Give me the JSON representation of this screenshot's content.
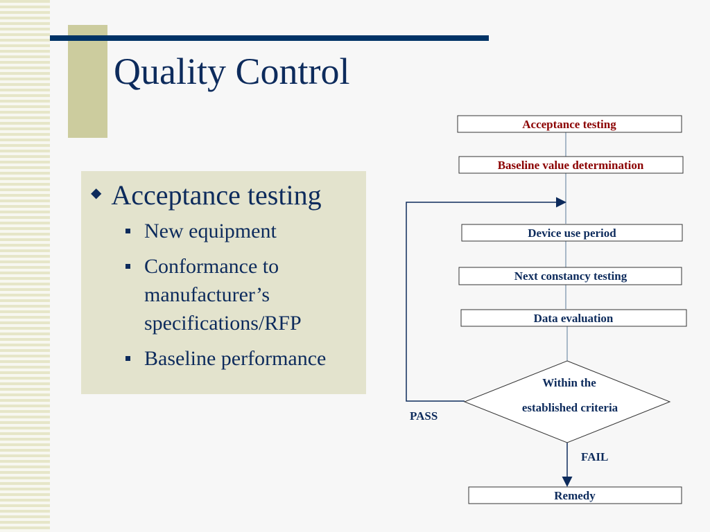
{
  "slide": {
    "title": "Quality Control",
    "bullet": "Acceptance testing",
    "sub_bullets": [
      "New equipment",
      "Conformance to manufacturer’s specifications/RFP",
      "Baseline performance"
    ]
  },
  "flowchart": {
    "steps": [
      "Acceptance testing",
      "Baseline value determination",
      "Device use period",
      "Next constancy testing",
      "Data evaluation"
    ],
    "decision": [
      "Within the",
      "established criteria"
    ],
    "pass_label": "PASS",
    "fail_label": "FAIL",
    "remedy": "Remedy"
  },
  "colors": {
    "title": "#0d2b5c",
    "accent_bar": "#003366",
    "highlight_text": "#8b0000",
    "flow_text": "#0d2b5c"
  }
}
